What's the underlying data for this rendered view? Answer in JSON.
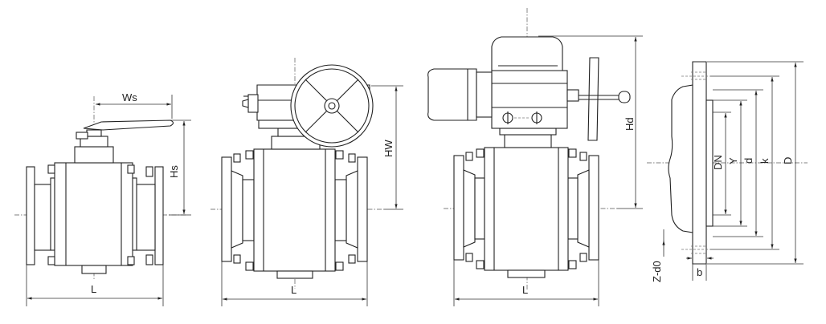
{
  "labels": {
    "ws": "Ws",
    "hs": "Hs",
    "hw": "HW",
    "hd": "Hd",
    "l1": "L",
    "l2": "L",
    "l3": "L",
    "dn": "DN",
    "y": "Y",
    "d": "d",
    "k": "k",
    "D": "D",
    "zd0": "Z-d0",
    "b": "b"
  }
}
